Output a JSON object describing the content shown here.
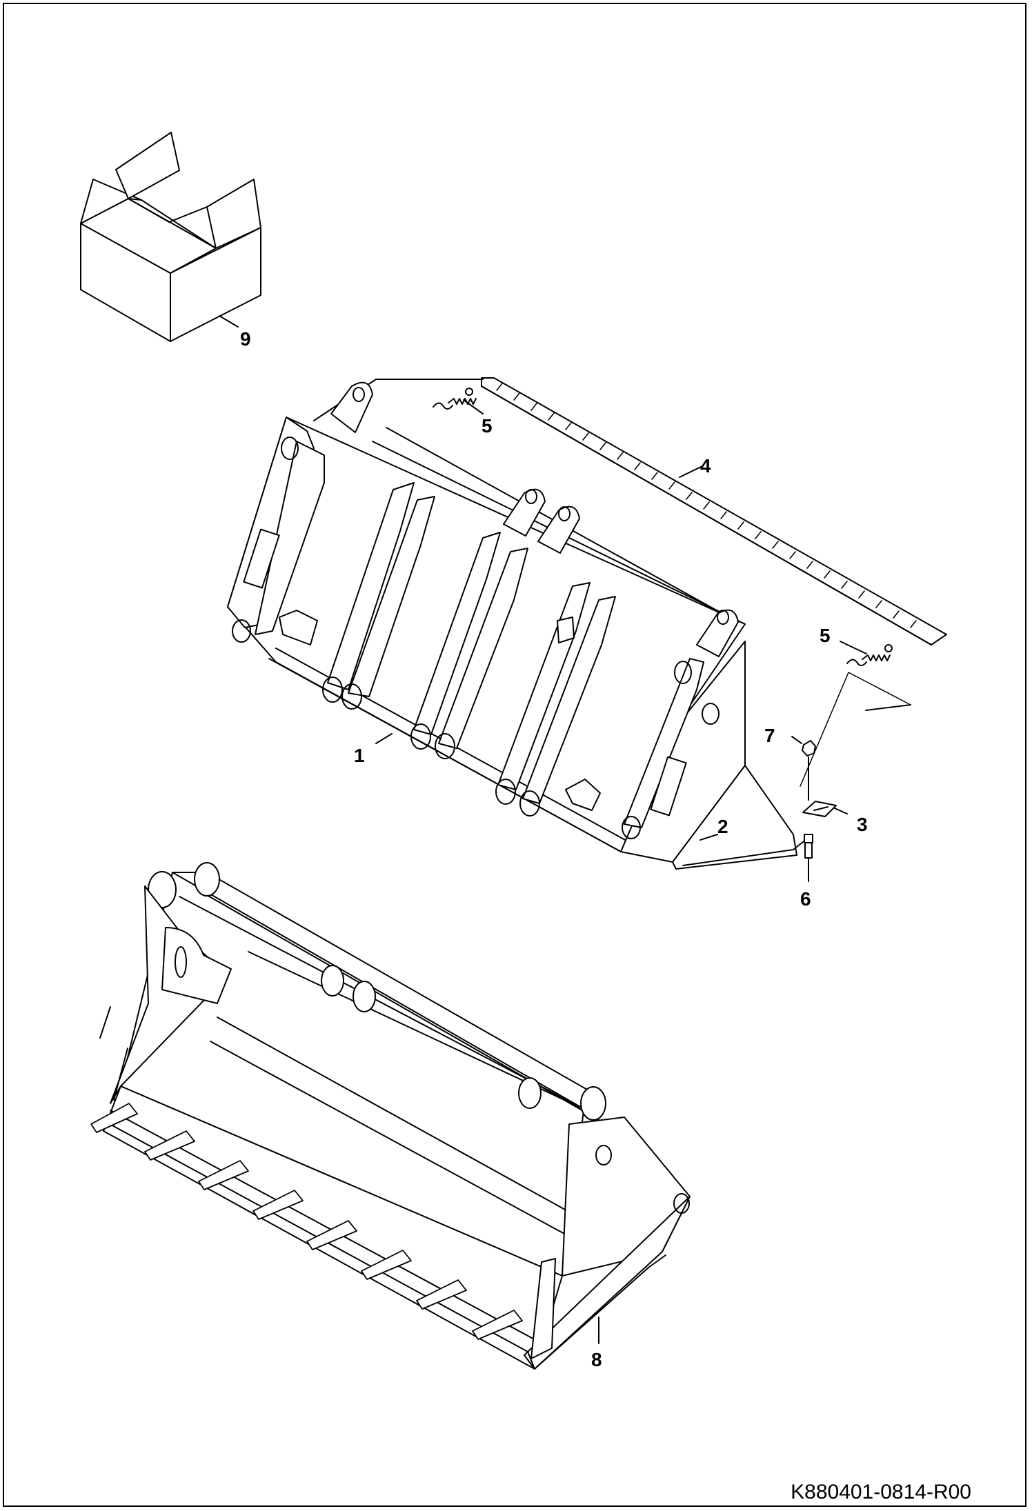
{
  "callouts": {
    "c1": "1",
    "c2": "2",
    "c3": "3",
    "c4": "4",
    "c5a": "5",
    "c5b": "5",
    "c6": "6",
    "c7": "7",
    "c8": "8",
    "c9": "9"
  },
  "document_code": "K880401-0814-R00",
  "colors": {
    "line": "#000000",
    "background": "#ffffff"
  }
}
